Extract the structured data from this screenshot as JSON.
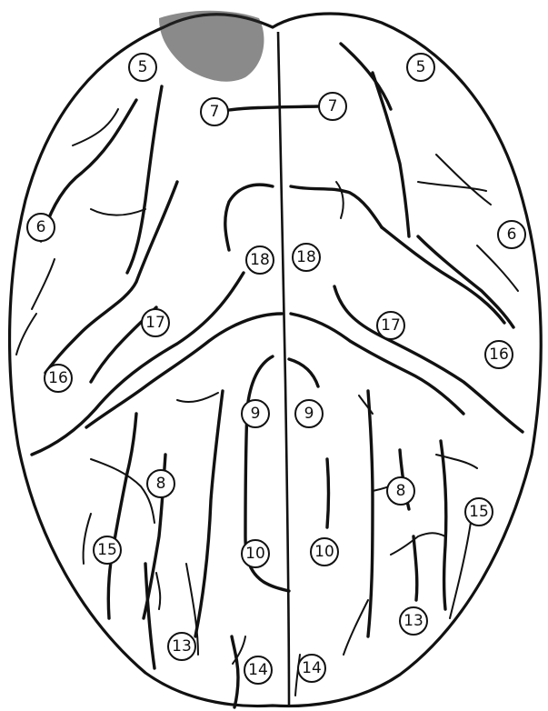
{
  "diagram": {
    "labels": [
      {
        "id": "left-5",
        "text": "5"
      },
      {
        "id": "right-5",
        "text": "5"
      },
      {
        "id": "left-7",
        "text": "7"
      },
      {
        "id": "right-7",
        "text": "7"
      },
      {
        "id": "left-6",
        "text": "6"
      },
      {
        "id": "right-6",
        "text": "6"
      },
      {
        "id": "left-18",
        "text": "18"
      },
      {
        "id": "right-18",
        "text": "18"
      },
      {
        "id": "left-17",
        "text": "17"
      },
      {
        "id": "right-17",
        "text": "17"
      },
      {
        "id": "left-16",
        "text": "16"
      },
      {
        "id": "right-16",
        "text": "16"
      },
      {
        "id": "left-9",
        "text": "9"
      },
      {
        "id": "right-9",
        "text": "9"
      },
      {
        "id": "left-8",
        "text": "8"
      },
      {
        "id": "right-8",
        "text": "8"
      },
      {
        "id": "left-15",
        "text": "15"
      },
      {
        "id": "right-15",
        "text": "15"
      },
      {
        "id": "left-10",
        "text": "10"
      },
      {
        "id": "right-10",
        "text": "10"
      },
      {
        "id": "left-13",
        "text": "13"
      },
      {
        "id": "right-13",
        "text": "13"
      },
      {
        "id": "left-14",
        "text": "14"
      },
      {
        "id": "right-14",
        "text": "14"
      }
    ]
  }
}
